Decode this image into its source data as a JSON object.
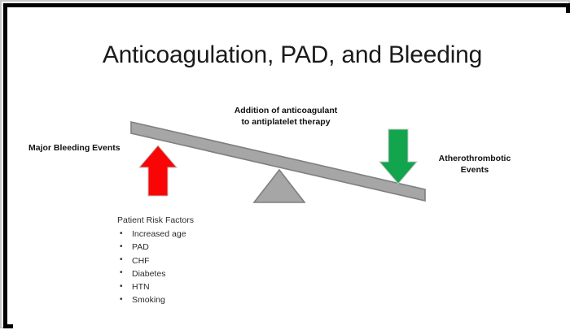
{
  "slide": {
    "title": "Anticoagulation, PAD, and Bleeding",
    "frame_border_color": "#000000",
    "background_color": "#ffffff"
  },
  "diagram": {
    "type": "balance-seesaw",
    "center_caption": {
      "line1": "Addition of anticoagulant",
      "line2": "to antiplatelet therapy"
    },
    "left_label": "Major Bleeding Events",
    "right_label": {
      "line1": "Atherothrombotic",
      "line2": "Events"
    },
    "arrows": [
      {
        "name": "red-up-arrow",
        "direction": "up",
        "meaning": "Major Bleeding Events increase",
        "color": "#fa0505"
      },
      {
        "name": "green-down-arrow",
        "direction": "down",
        "meaning": "Atherothrombotic Events decrease",
        "color": "#13a44e"
      }
    ],
    "beam": {
      "fill_color": "#a6a6a6",
      "outline_color": "#7f7f7f",
      "tilt": "left-side-up"
    },
    "fulcrum": {
      "shape": "triangle",
      "fill_color": "#a6a6a6",
      "outline_color": "#7f7f7f"
    }
  },
  "risk_factors": {
    "title": "Patient Risk Factors",
    "items": [
      "Increased age",
      "PAD",
      "CHF",
      "Diabetes",
      "HTN",
      "Smoking"
    ]
  }
}
